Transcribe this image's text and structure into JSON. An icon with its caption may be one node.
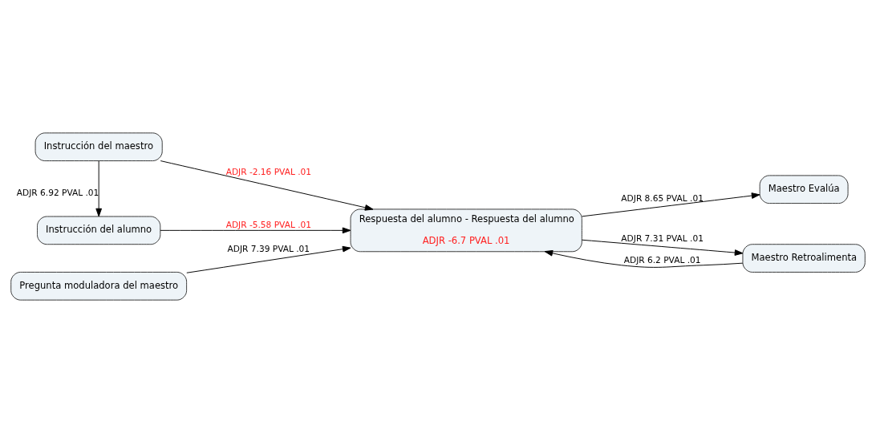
{
  "diagram": {
    "nodes": [
      {
        "text": [
          "Instrucción del maestro"
        ]
      },
      {
        "text": [
          "Instrucción del alumno"
        ]
      },
      {
        "text": [
          "Pregunta moduladora del maestro"
        ]
      },
      {
        "text": [
          "Respuesta del alumno - Respuesta del alumno",
          "ADJR -6.7 PVAL .01"
        ]
      },
      {
        "text": [
          "Maestro Evalúa"
        ]
      },
      {
        "text": [
          "Maestro Retroalimenta"
        ]
      }
    ],
    "edges": [
      {
        "from": 0,
        "to": 1,
        "arrow": "to",
        "label": "ADJR 6.92 PVAL .01"
      },
      {
        "from": 0,
        "to": 3,
        "arrow": "to",
        "label": "ADJR -2.16 PVAL .01"
      },
      {
        "from": 1,
        "to": 3,
        "arrow": "to",
        "label": "ADJR -5.58 PVAL .01"
      },
      {
        "from": 2,
        "to": 3,
        "arrow": "to",
        "label": "ADJR 7.39 PVAL .01"
      },
      {
        "from": 3,
        "to": 4,
        "arrow": "to",
        "label": "ADJR 8.65 PVAL .01"
      },
      {
        "from": 3,
        "to": 5,
        "arrow": "to",
        "label": "ADJR 7.31 PVAL .01"
      },
      {
        "from": 5,
        "to": 3,
        "arrow": "to",
        "label": "ADJR 6.2 PVAL .01"
      }
    ]
  }
}
